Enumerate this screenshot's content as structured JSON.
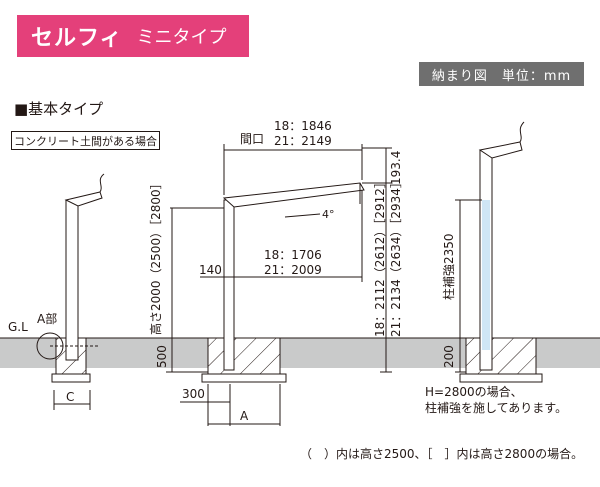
{
  "title": {
    "main": "セルフィ",
    "sub": "ミニタイプ"
  },
  "units_label": "納まり図　単位：mm",
  "basic_type_heading": "■基本タイプ",
  "condition_label": "コンクリート土間がある場合",
  "labels": {
    "gl": "G.L",
    "a_part": "A部",
    "c": "C",
    "a": "A",
    "dim_300": "300",
    "dim_500": "500",
    "dim_140": "140",
    "dim_200": "200",
    "angle": "4°",
    "opening_label": "間口",
    "opening_18": "18：1846",
    "opening_21": "21：2149",
    "span_18": "18：1706",
    "span_21": "21：2009",
    "dim_193": "193.4",
    "height_left": "高さ2000（2500）［2800］",
    "height_right_18": "18：2112（2612）［2912］",
    "height_right_21": "21：2134（2634）［2934］",
    "reinforce_label": "柱補強2350",
    "note_h2800_1": "H=2800の場合、",
    "note_h2800_2": "柱補強を施してあります。",
    "footnote": "（　）内は高さ2500、［　］内は高さ2800の場合。"
  },
  "colors": {
    "title_bg": "#e4407a",
    "units_bg": "#6f6f6f",
    "ground": "#c9caca",
    "reinforce": "#cfe6f5"
  }
}
